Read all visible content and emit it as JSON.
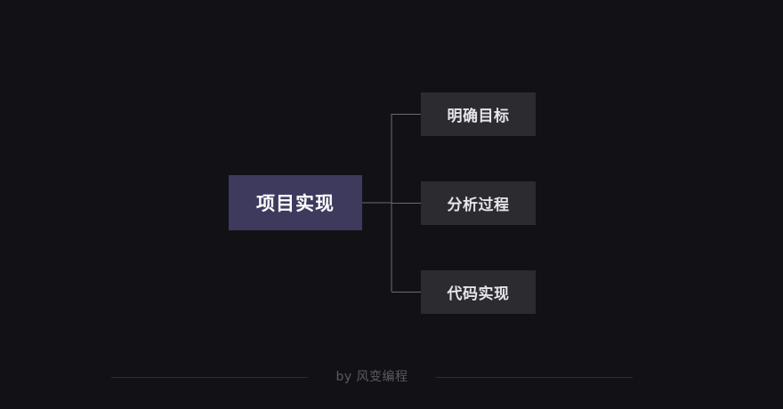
{
  "mindmap": {
    "root": {
      "label": "项目实现"
    },
    "children": [
      {
        "label": "明确目标"
      },
      {
        "label": "分析过程"
      },
      {
        "label": "代码实现"
      }
    ]
  },
  "footer": {
    "credit": "by 风变编程"
  },
  "colors": {
    "background": "#121116",
    "root_fill": "#3d3a5e",
    "child_fill": "#2c2c30",
    "connector": "#6b6a70",
    "footer_text": "#5b5a62"
  }
}
